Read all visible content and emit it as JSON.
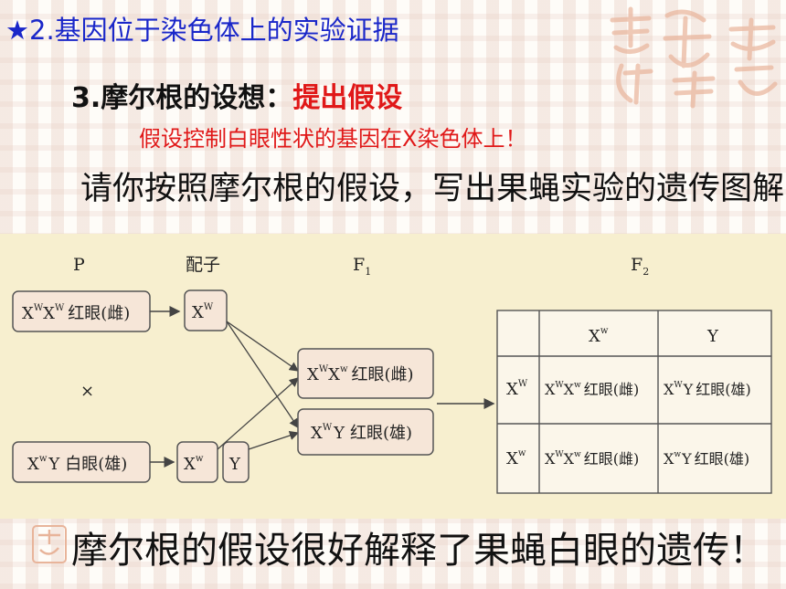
{
  "heading": "★2.基因位于染色体上的实验证据",
  "subheading": {
    "prefix": "3.摩尔根的设想：",
    "highlight": "提出假设"
  },
  "hypothesis": "假设控制白眼性状的基因在X染色体上！",
  "instruction": "请你按照摩尔根的假设，写出果蝇实验的遗传图解！",
  "conclusion": "摩尔根的假设很好解释了果蝇白眼的遗传！",
  "diagram": {
    "labels": {
      "p": "P",
      "gamete": "配子",
      "f1": "F",
      "f1_sub": "1",
      "f2": "F",
      "f2_sub": "2",
      "cross": "×"
    },
    "x": "X",
    "w_sup": "w",
    "W_sup": "W",
    "y": "Y",
    "parent_female_trait": "红眼(雌)",
    "parent_male_trait": "白眼(雄)",
    "f1_female_trait": "红眼(雌)",
    "f1_male_trait": "红眼(雄)",
    "f2_cells": {
      "r1c1_trait": "红眼(雌)",
      "r1c2_trait": "红眼(雄)",
      "r2c1_trait": "红眼(雌)",
      "r2c2_trait": "红眼(雄)"
    }
  },
  "colors": {
    "heading": "#1a27c9",
    "highlight": "#e01818",
    "panel": "#f7efcf",
    "box_fill": "#f6e6d8",
    "seal": "#e8b49a"
  }
}
